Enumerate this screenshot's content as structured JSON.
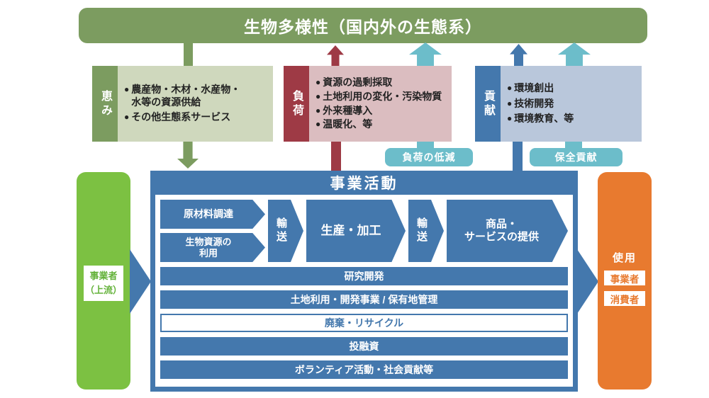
{
  "banner": {
    "title": "生物多様性（国内外の生態系）"
  },
  "icons": {
    "bullet": "●"
  },
  "impacts": {
    "benefit": {
      "label": "恵み",
      "items": [
        "農産物・木材・水産物・水等の資源供給",
        "その他生態系サービス"
      ]
    },
    "load": {
      "label": "負荷",
      "items": [
        "資源の過剰採取",
        "土地利用の変化・汚染物質",
        "外来種導入",
        "温暖化、等"
      ]
    },
    "contribution": {
      "label": "貢献",
      "items": [
        "環境創出",
        "技術開発",
        "環境教育、等"
      ]
    }
  },
  "connectors": {
    "load_reduction": "負荷の低減",
    "conservation_contribution": "保全貢献"
  },
  "business": {
    "title": "事業活動",
    "process": {
      "raw_material_procurement": "原材料調達",
      "bio_resource_use": [
        "生物資源の",
        "利用"
      ],
      "transport": "輸送",
      "production": "生産・加工",
      "products_services": [
        "商品・",
        "サービスの提供"
      ]
    },
    "activities": [
      "研究開発",
      "土地利用・開発事業 / 保有地管理",
      "廃棄・リサイクル",
      "投融資",
      "ボランティア活動・社会貢献等"
    ]
  },
  "upstream": {
    "label": [
      "事業者",
      "（上流）"
    ]
  },
  "usage": {
    "title": "使用",
    "users": [
      "事業者",
      "消費者"
    ]
  },
  "colors": {
    "olive_green": "#7C9C60",
    "benefit_body": "#CFD8BD",
    "load_accent": "#9E3A45",
    "load_body": "#DBBDC0",
    "blue": "#4478AD",
    "contribution_body": "#B9C7DB",
    "teal": "#6CBDCA",
    "bright_green": "#7CC142",
    "orange": "#E87A2F"
  }
}
